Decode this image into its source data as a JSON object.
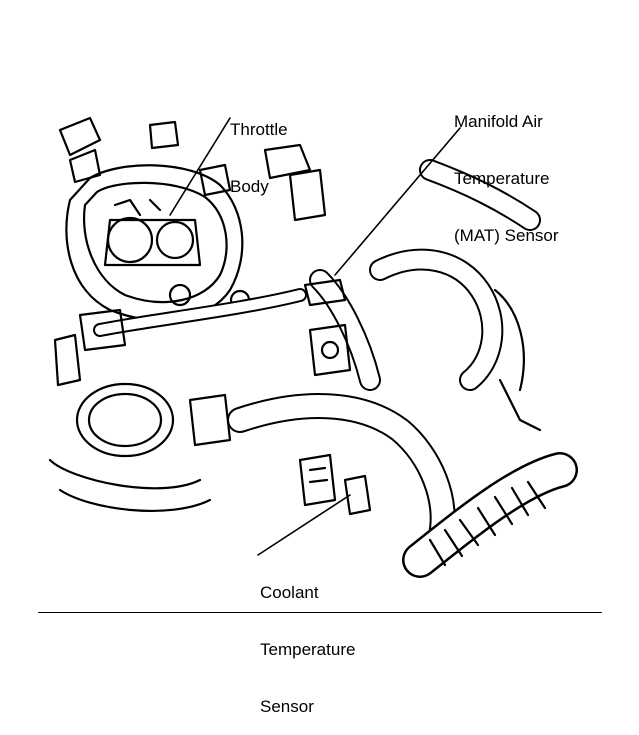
{
  "labels": {
    "throttle_body": [
      "Throttle",
      "Body"
    ],
    "mat_sensor": [
      "Manifold Air",
      "Temperature",
      "(MAT) Sensor"
    ],
    "coolant_sensor": [
      "Coolant",
      "Temperature",
      "Sensor"
    ]
  },
  "colors": {
    "ink": "#000000",
    "paper": "#ffffff"
  }
}
